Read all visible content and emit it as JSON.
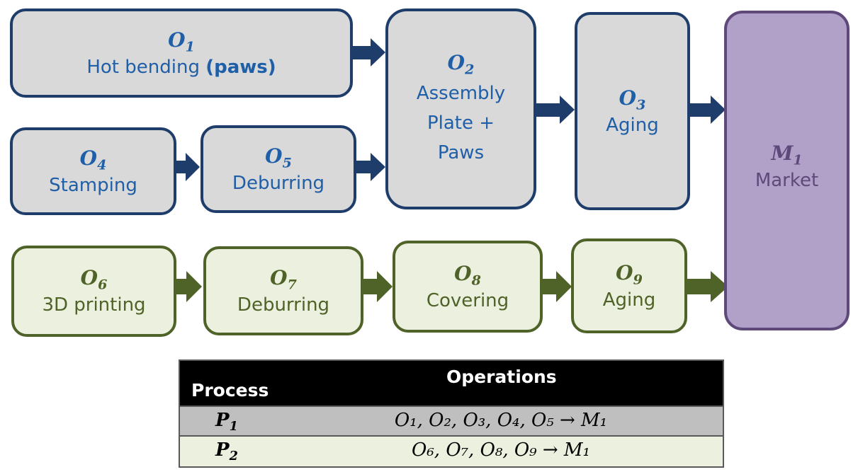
{
  "nodes": {
    "o1": {
      "symbol": "O",
      "sub": "1",
      "label": "Hot bending ",
      "label_bold": "(paws)"
    },
    "o2": {
      "symbol": "O",
      "sub": "2",
      "line1": "Assembly",
      "line2": "Plate +",
      "line3": "Paws"
    },
    "o3": {
      "symbol": "O",
      "sub": "3",
      "label": "Aging"
    },
    "o4": {
      "symbol": "O",
      "sub": "4",
      "label": "Stamping"
    },
    "o5": {
      "symbol": "O",
      "sub": "5",
      "label": "Deburring"
    },
    "o6": {
      "symbol": "O",
      "sub": "6",
      "label": "3D printing"
    },
    "o7": {
      "symbol": "O",
      "sub": "7",
      "label": "Deburring"
    },
    "o8": {
      "symbol": "O",
      "sub": "8",
      "label": "Covering"
    },
    "o9": {
      "symbol": "O",
      "sub": "9",
      "label": "Aging"
    },
    "m1": {
      "symbol": "M",
      "sub": "1",
      "label": "Market"
    }
  },
  "colors": {
    "blue_border": "#1f3d6b",
    "blue_text": "#1f5fa8",
    "blue_fill": "#d9d9d9",
    "green_border": "#4f6228",
    "green_fill": "#ebf1de",
    "purple_border": "#5f497a",
    "purple_fill": "#b1a0c7"
  },
  "table": {
    "header_process": "Process",
    "header_operations": "Operations",
    "rows": [
      {
        "process": "P",
        "process_sub": "1",
        "operations": "O₁, O₂, O₃, O₄, O₅ → M₁"
      },
      {
        "process": "P",
        "process_sub": "2",
        "operations": "O₆, O₇, O₈, O₉ → M₁"
      }
    ]
  }
}
